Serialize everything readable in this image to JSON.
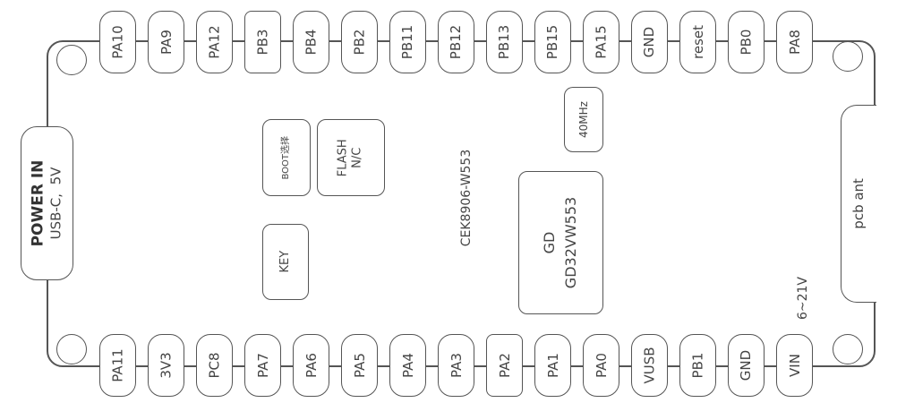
{
  "board": {
    "name": "CEK8906-W553",
    "chip": {
      "vendor": "GD",
      "part": "GD32VW553"
    },
    "crystal": "40MHz",
    "flash": {
      "line1": "FLASH",
      "line2": "N/C"
    },
    "boot": "BOOT选择",
    "key": "KEY",
    "antenna": "pcb ant",
    "vin_range": "6~21V",
    "power": {
      "title": "POWER IN",
      "subtitle": "USB-C,  5V"
    }
  },
  "top_pins": [
    "PA10",
    "PA9",
    "PA12",
    "PB3",
    "PB4",
    "PB2",
    "PB11",
    "PB12",
    "PB13",
    "PB15",
    "PA15",
    "GND",
    "reset",
    "PB0",
    "PA8"
  ],
  "bottom_pins": [
    "PA11",
    "3V3",
    "PC8",
    "PA7",
    "PA6",
    "PA5",
    "PA4",
    "PA3",
    "PA2",
    "PA1",
    "PA0",
    "VUSB",
    "PB1",
    "GND",
    "VIN"
  ],
  "colors": {
    "outline": "#555555",
    "text": "#444444",
    "background": "#ffffff"
  }
}
